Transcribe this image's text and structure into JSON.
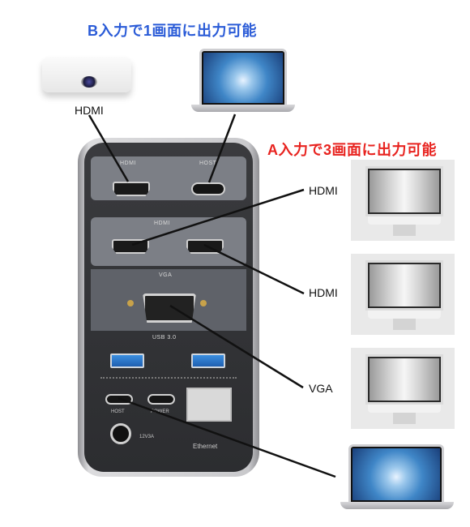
{
  "headings": {
    "b_input": "B入力で1画面に出力可能",
    "a_input": "A入力で3画面に出力可能"
  },
  "colors": {
    "b_heading": "#2a5bd7",
    "a_heading": "#e8231f"
  },
  "labels": {
    "projector_hdmi": "HDMI",
    "monitor1": "HDMI",
    "monitor2": "HDMI",
    "monitor3": "VGA"
  },
  "hub": {
    "top_hdmi": "HDMI",
    "top_host": "HOST",
    "mid_hdmi": "HDMI",
    "vga": "VGA",
    "usb": "USB 3.0",
    "host": "HOST",
    "power": "POWER",
    "dc": "12V3A",
    "ethernet": "Ethernet"
  }
}
